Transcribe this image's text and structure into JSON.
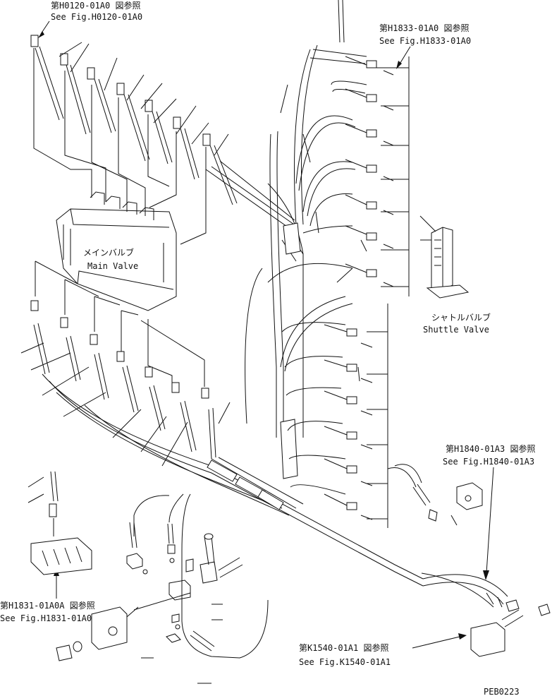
{
  "references": {
    "h0120": {
      "jp": "第H0120-01A0 図参照",
      "en": "See Fig.H0120-01A0"
    },
    "h1833": {
      "jp": "第H1833-01A0 図参照",
      "en": "See Fig.H1833-01A0"
    },
    "h1840": {
      "jp": "第H1840-01A3 図参照",
      "en": "See Fig.H1840-01A3"
    },
    "h1831": {
      "jp": "第H1831-01A0A 図参照",
      "en": "See Fig.H1831-01A0A"
    },
    "k1540": {
      "jp": "第K1540-01A1 図参照",
      "en": "See Fig.K1540-01A1"
    }
  },
  "components": {
    "main_valve": {
      "jp": "メインバルブ",
      "en": "Main Valve"
    },
    "shuttle_valve": {
      "jp": "シャトルバルブ",
      "en": "Shuttle Valve"
    }
  },
  "drawing_code": "PEB0223"
}
